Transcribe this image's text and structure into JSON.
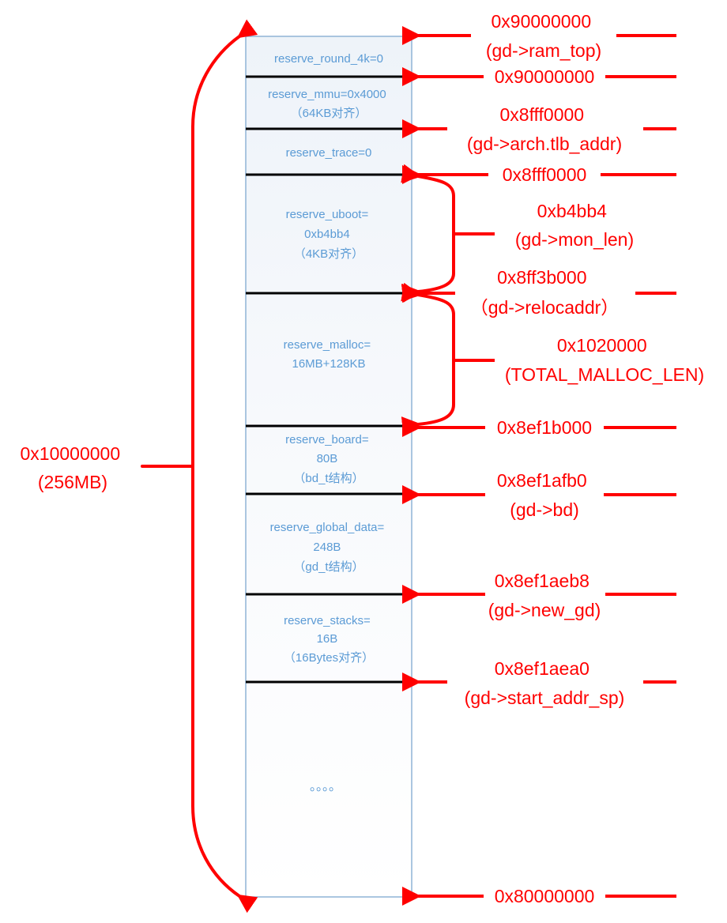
{
  "colors": {
    "arrow": "#ff0000",
    "box_border": "#8fb4d6",
    "box_fill_top": "#f0f4f9",
    "cell_text": "#5b9bd5",
    "divider": "#000000"
  },
  "memory_blocks": [
    {
      "lines": [
        "reserve_round_4k=0"
      ]
    },
    {
      "lines": [
        "reserve_mmu=0x4000",
        "（64KB对齐）"
      ]
    },
    {
      "lines": [
        "reserve_trace=0"
      ]
    },
    {
      "lines": [
        "reserve_uboot=",
        "0xb4bb4",
        "（4KB对齐）"
      ]
    },
    {
      "lines": [
        "reserve_malloc=",
        "16MB+128KB"
      ]
    },
    {
      "lines": [
        "reserve_board=",
        "80B",
        "（bd_t结构）"
      ]
    },
    {
      "lines": [
        "reserve_global_data=",
        "248B",
        "（gd_t结构）"
      ]
    },
    {
      "lines": [
        "reserve_stacks=",
        "16B",
        "（16Bytes对齐）"
      ]
    },
    {
      "lines": [
        "。。。。"
      ]
    }
  ],
  "address_labels": [
    {
      "lines": [
        "0x90000000",
        "(gd->ram_top)"
      ]
    },
    {
      "lines": [
        "0x90000000"
      ]
    },
    {
      "lines": [
        "0x8fff0000",
        "(gd->arch.tlb_addr)"
      ]
    },
    {
      "lines": [
        "0x8fff0000"
      ]
    },
    {
      "lines": [
        "0x8ff3b000",
        "（gd->relocaddr）"
      ]
    },
    {
      "lines": [
        "0x8ef1b000"
      ]
    },
    {
      "lines": [
        "0x8ef1afb0",
        "(gd->bd)"
      ]
    },
    {
      "lines": [
        "0x8ef1aeb8",
        "(gd->new_gd)"
      ]
    },
    {
      "lines": [
        "0x8ef1aea0",
        "(gd->start_addr_sp)"
      ]
    },
    {
      "lines": [
        "0x80000000"
      ]
    }
  ],
  "size_annotations": [
    {
      "lines": [
        "0xb4bb4",
        "(gd->mon_len)"
      ]
    },
    {
      "lines": [
        "0x1020000",
        "(TOTAL_MALLOC_LEN)"
      ]
    }
  ],
  "total_size": {
    "lines": [
      "0x10000000",
      "(256MB)"
    ]
  }
}
